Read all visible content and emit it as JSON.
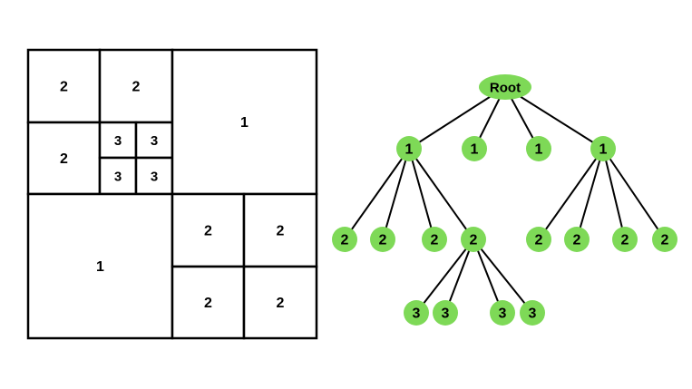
{
  "colors": {
    "node_fill": "#7ed957",
    "line": "#000000",
    "background": "#ffffff"
  },
  "quadtree_grid": {
    "cells": [
      {
        "id": "c-nw-nw",
        "label": "2"
      },
      {
        "id": "c-nw-ne",
        "label": "2"
      },
      {
        "id": "c-nw-sw",
        "label": "2"
      },
      {
        "id": "c-nw-se-nw",
        "label": "3"
      },
      {
        "id": "c-nw-se-ne",
        "label": "3"
      },
      {
        "id": "c-nw-se-sw",
        "label": "3"
      },
      {
        "id": "c-nw-se-se",
        "label": "3"
      },
      {
        "id": "c-ne",
        "label": "1"
      },
      {
        "id": "c-sw",
        "label": "1"
      },
      {
        "id": "c-se-nw",
        "label": "2"
      },
      {
        "id": "c-se-ne",
        "label": "2"
      },
      {
        "id": "c-se-sw",
        "label": "2"
      },
      {
        "id": "c-se-se",
        "label": "2"
      }
    ]
  },
  "tree": {
    "nodes": [
      {
        "id": "root",
        "label": "Root"
      },
      {
        "id": "n1a",
        "label": "1"
      },
      {
        "id": "n1b",
        "label": "1"
      },
      {
        "id": "n1c",
        "label": "1"
      },
      {
        "id": "n1d",
        "label": "1"
      },
      {
        "id": "n2a",
        "label": "2"
      },
      {
        "id": "n2b",
        "label": "2"
      },
      {
        "id": "n2c",
        "label": "2"
      },
      {
        "id": "n2d",
        "label": "2"
      },
      {
        "id": "n2e",
        "label": "2"
      },
      {
        "id": "n2f",
        "label": "2"
      },
      {
        "id": "n2g",
        "label": "2"
      },
      {
        "id": "n2h",
        "label": "2"
      },
      {
        "id": "n3a",
        "label": "3"
      },
      {
        "id": "n3b",
        "label": "3"
      },
      {
        "id": "n3c",
        "label": "3"
      },
      {
        "id": "n3d",
        "label": "3"
      }
    ],
    "edges": [
      [
        "root",
        "n1a"
      ],
      [
        "root",
        "n1b"
      ],
      [
        "root",
        "n1c"
      ],
      [
        "root",
        "n1d"
      ],
      [
        "n1a",
        "n2a"
      ],
      [
        "n1a",
        "n2b"
      ],
      [
        "n1a",
        "n2c"
      ],
      [
        "n1a",
        "n2d"
      ],
      [
        "n1d",
        "n2e"
      ],
      [
        "n1d",
        "n2f"
      ],
      [
        "n1d",
        "n2g"
      ],
      [
        "n1d",
        "n2h"
      ],
      [
        "n2d",
        "n3a"
      ],
      [
        "n2d",
        "n3b"
      ],
      [
        "n2d",
        "n3c"
      ],
      [
        "n2d",
        "n3d"
      ]
    ]
  }
}
